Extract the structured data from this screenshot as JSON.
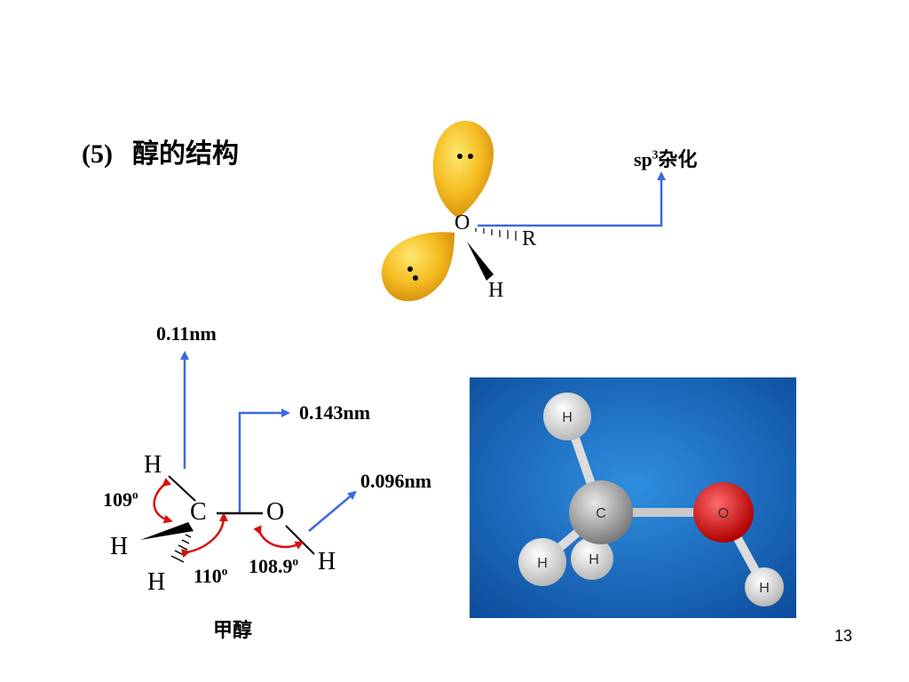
{
  "slide": {
    "section_number": "(5)",
    "title": "醇的结构",
    "page_number": "13"
  },
  "orbital": {
    "hybrid_label_base": "sp",
    "hybrid_label_sup": "3",
    "hybrid_label_suffix": "杂化",
    "atom_o": "O",
    "atom_r": "R",
    "atom_h": "H"
  },
  "methanol_structure": {
    "name": "甲醇",
    "bond_ch": "0.11nm",
    "bond_co": "0.143nm",
    "bond_oh": "0.096nm",
    "angle_hch_base": "109",
    "angle_hch_sup": "o",
    "angle_hco_base": "110",
    "angle_hco_sup": "o",
    "angle_coh_base": "108.9",
    "angle_coh_sup": "o",
    "atoms": {
      "c": "C",
      "o": "O",
      "h_top": "H",
      "h_left": "H",
      "h_bottom": "H",
      "h_oh": "H"
    }
  },
  "ball_model": {
    "atoms": {
      "c": "C",
      "o": "O",
      "h1": "H",
      "h2": "H",
      "h3": "H",
      "h4": "H"
    },
    "colors": {
      "background": "#1f6fc4",
      "carbon": "#a8a8a8",
      "oxygen": "#e31414",
      "hydrogen": "#f2f2f2"
    }
  },
  "colors": {
    "arrow": "#3d68e0",
    "angle_arrow": "#d81010",
    "orbital": "#f2b51a"
  }
}
